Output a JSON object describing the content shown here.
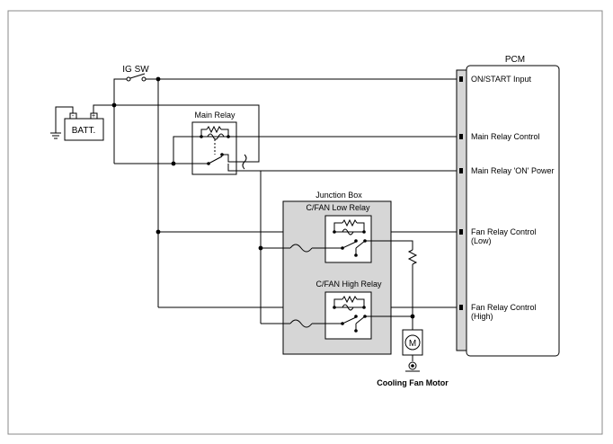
{
  "labels": {
    "ig_sw": "IG SW",
    "batt": "BATT.",
    "main_relay": "Main Relay",
    "junction_box": "Junction Box",
    "cfan_low_relay": "C/FAN Low Relay",
    "cfan_high_relay": "C/FAN High Relay",
    "motor_symbol": "M",
    "cooling_fan_motor": "Cooling Fan Motor",
    "pcm": "PCM"
  },
  "pcm_pins": {
    "on_start_input": "ON/START Input",
    "main_relay_control": "Main Relay Control",
    "main_relay_on_power": "Main Relay 'ON' Power",
    "fan_relay_control_low_1": "Fan Relay Control",
    "fan_relay_control_low_2": "(Low)",
    "fan_relay_control_high_1": "Fan Relay Control",
    "fan_relay_control_high_2": "(High)"
  },
  "battery_terminals": {
    "negative": "-",
    "positive": "+"
  }
}
